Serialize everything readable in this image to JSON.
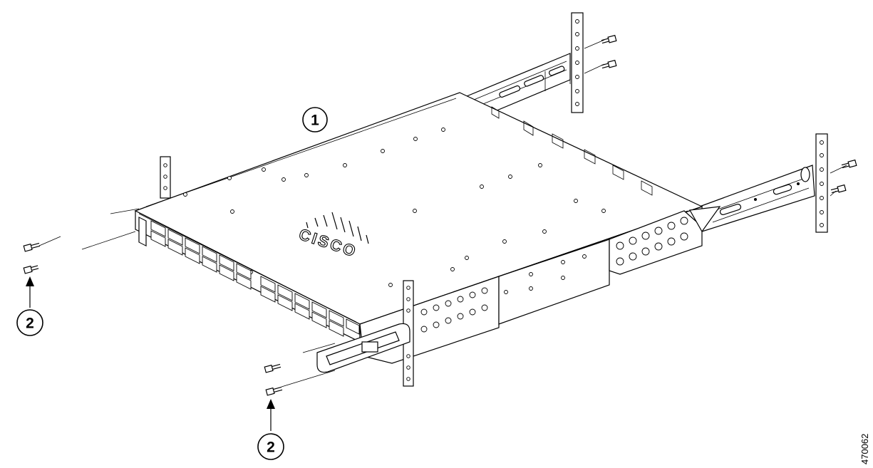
{
  "figure": {
    "callouts": [
      {
        "id": "switch-chassis",
        "label": "1"
      },
      {
        "id": "screws-left",
        "label": "2"
      },
      {
        "id": "screws-bottom",
        "label": "2"
      }
    ],
    "brand_logo": "CISCO",
    "figure_number": "470062"
  }
}
